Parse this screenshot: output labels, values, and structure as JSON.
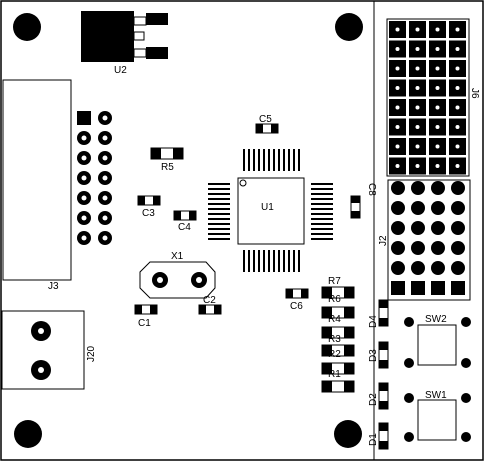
{
  "labels": {
    "u1": "U1",
    "u2": "U2",
    "j3": "J3",
    "j6": "J6",
    "j2": "J2",
    "j20": "J20",
    "x1": "X1",
    "c1": "C1",
    "c2": "C2",
    "c3": "C3",
    "c4": "C4",
    "c5": "C5",
    "c6": "C6",
    "c8": "C8",
    "r1": "R1",
    "r2": "R2",
    "r3": "R3",
    "r4": "R4",
    "r5": "R5",
    "r6": "R6",
    "r7": "R7",
    "d1": "D1",
    "d2": "D2",
    "d3": "D3",
    "d4": "D4",
    "sw1": "SW1",
    "sw2": "SW2"
  },
  "j3_pin_rows": 7,
  "j6_grid": {
    "rows": 8,
    "cols": 4
  },
  "j2_grid": {
    "rows": 6,
    "cols": 4
  },
  "u1_pins_per_side": 12
}
